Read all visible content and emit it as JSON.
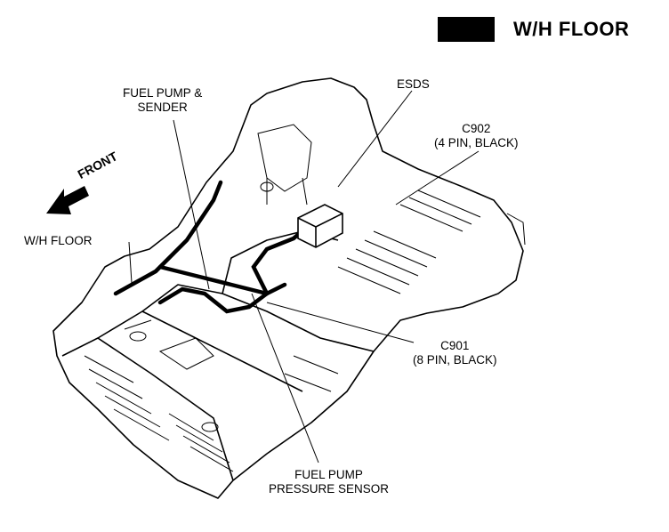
{
  "header": {
    "title": "W/H FLOOR",
    "swatch_color": "#000000"
  },
  "labels": {
    "fuel_pump_sender": [
      "FUEL PUMP &",
      "SENDER"
    ],
    "esds": "ESDS",
    "c902": [
      "C902",
      "(4 PIN, BLACK)"
    ],
    "front": "FRONT",
    "wh_floor": "W/H FLOOR",
    "c901": [
      "C901",
      "(8 PIN, BLACK)"
    ],
    "fuel_pump_pressure_sensor": [
      "FUEL PUMP",
      "PRESSURE SENSOR"
    ]
  }
}
